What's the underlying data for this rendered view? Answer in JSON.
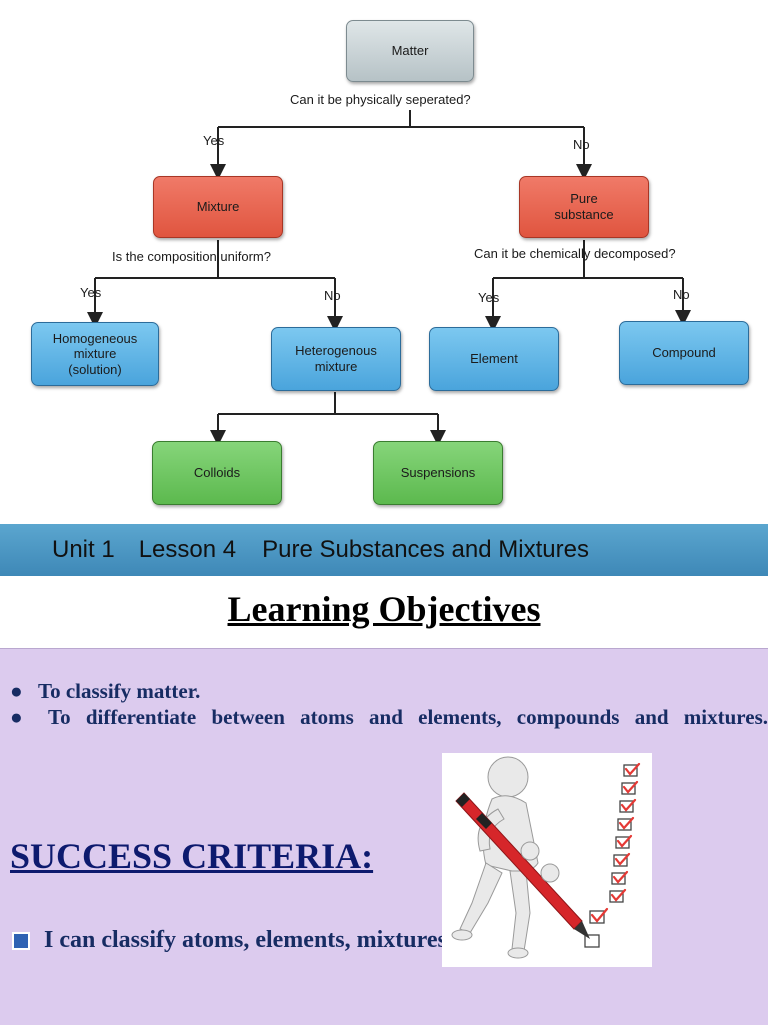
{
  "flowchart": {
    "nodes": {
      "matter": "Matter",
      "mixture": "Mixture",
      "pure_l1": "Pure",
      "pure_l2": "substance",
      "homog_l1": "Homogeneous",
      "homog_l2": "mixture",
      "homog_l3": "(solution)",
      "heterog_l1": "Heterogenous",
      "heterog_l2": "mixture",
      "element": "Element",
      "compound": "Compound",
      "colloids": "Colloids",
      "suspensions": "Suspensions"
    },
    "questions": {
      "q1": "Can it be physically seperated?",
      "q2": "Is the composition uniform?",
      "q3": "Can it be chemically decomposed?"
    },
    "yes": "Yes",
    "no": "No"
  },
  "banner": {
    "unit": "Unit 1",
    "lesson": "Lesson 4",
    "title": "Pure Substances and Mixtures"
  },
  "learning_objectives": {
    "heading": "Learning Objectives",
    "items": [
      "To classify matter.",
      "To differentiate between atoms and elements, compounds and mixtures."
    ]
  },
  "success_criteria": {
    "heading": "SUCCESS CRITERIA:",
    "item": "I can classify atoms, elements, mixtures and compounds."
  },
  "colors": {
    "banner": "#4a95c4",
    "panel": "#dccbee",
    "objective_text": "#172c63",
    "criteria_heading": "#0d1a6e",
    "check_red": "#e53935"
  },
  "icons": [
    "checklist-illustration",
    "square-bullet-icon",
    "round-bullet-icon"
  ]
}
